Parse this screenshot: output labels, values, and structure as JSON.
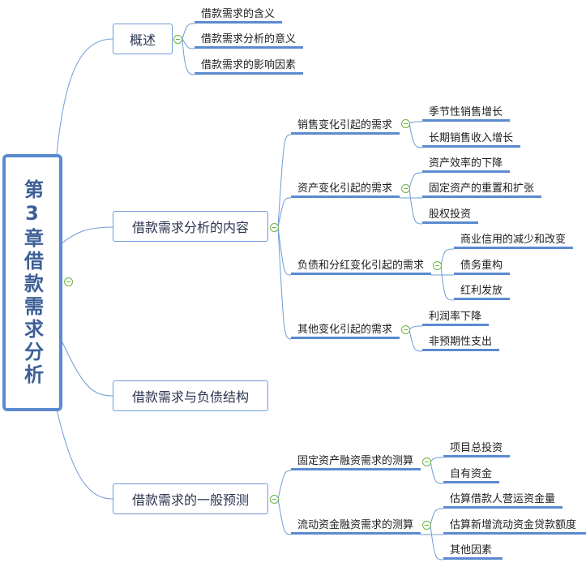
{
  "root": {
    "title": "第3章借款需求分析"
  },
  "branches": [
    {
      "label": "概述",
      "children": [
        "借款需求的含义",
        "借款需求分析的意义",
        "借款需求的影响因素"
      ]
    },
    {
      "label": "借款需求分析的内容",
      "children": [
        {
          "label": "销售变化引起的需求",
          "children": [
            "季节性销售增长",
            "长期销售收入增长"
          ]
        },
        {
          "label": "资产变化引起的需求",
          "children": [
            "资产效率的下降",
            "固定资产的重置和扩张",
            "股权投资"
          ]
        },
        {
          "label": "负债和分红变化引起的需求",
          "children": [
            "商业信用的减少和改变",
            "债务重构",
            "红利发放"
          ]
        },
        {
          "label": "其他变化引起的需求",
          "children": [
            "利润率下降",
            "非预期性支出"
          ]
        }
      ]
    },
    {
      "label": "借款需求与负债结构"
    },
    {
      "label": "借款需求的一般预测",
      "children": [
        {
          "label": "固定资产融资需求的测算",
          "children": [
            "项目总投资",
            "自有资金"
          ]
        },
        {
          "label": "流动资金融资需求的测算",
          "children": [
            "估算借款人营运资金量",
            "估算新增流动资金贷款额度",
            "其他因素"
          ]
        }
      ]
    }
  ],
  "colors": {
    "line": "#5b8ad0",
    "toggle": "#6bb33f",
    "root_text": "#3d5f96"
  }
}
